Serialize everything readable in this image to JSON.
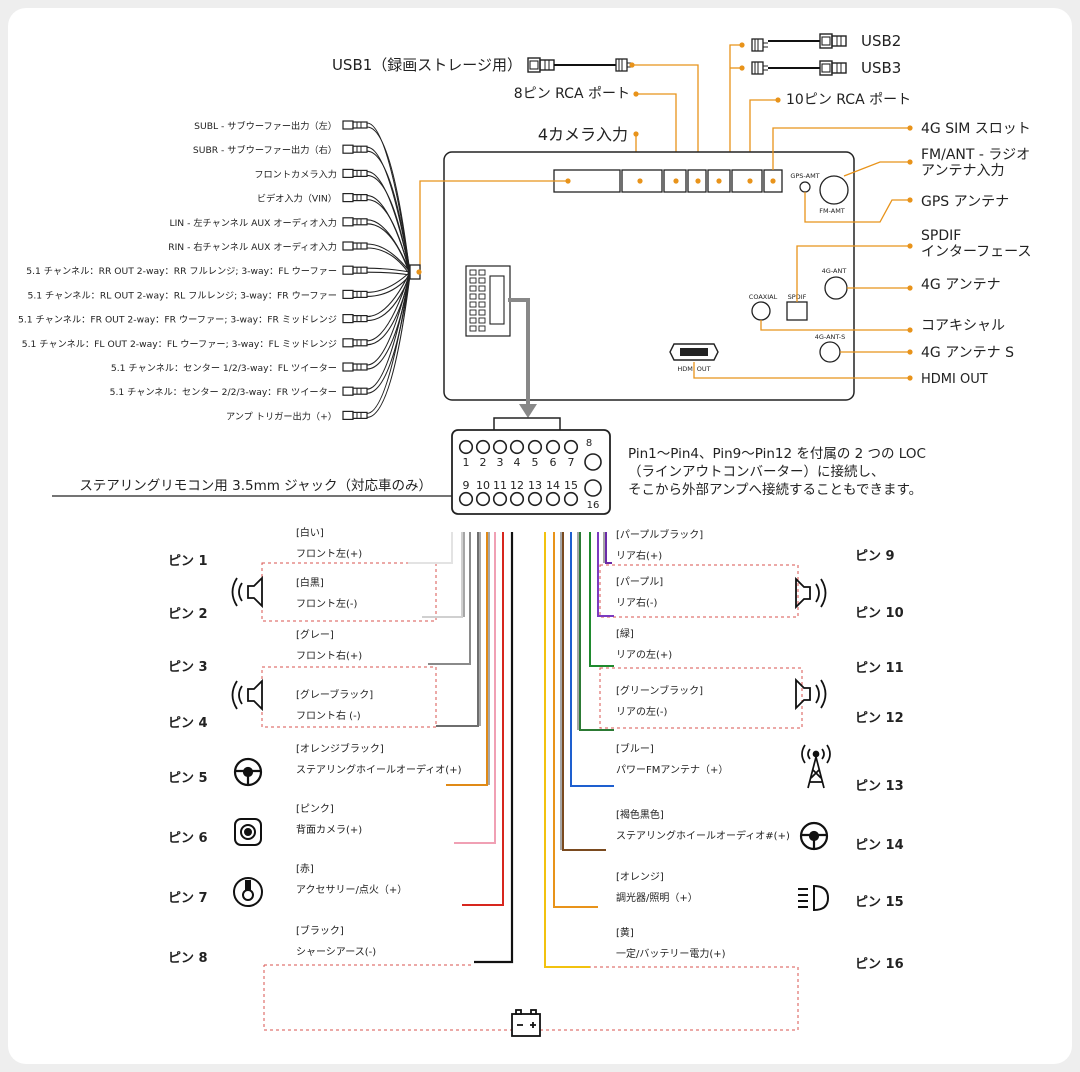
{
  "top_ports": {
    "usb1": "USB1（録画ストレージ用）",
    "usb2": "USB2",
    "usb3": "USB3",
    "rca8": "8ピン RCA ポート",
    "rca10": "10ピン RCA ポート",
    "camera4": "4カメラ入力"
  },
  "right_ports": {
    "sim": "4G SIM スロット",
    "fm_line1": "FM/ANT - ラジオ",
    "fm_line2": "アンテナ入力",
    "gps": "GPS アンテナ",
    "spdif_line1": "SPDIF",
    "spdif_line2": "インターフェース",
    "ant4g": "4G アンテナ",
    "coax": "コアキシャル",
    "ant4gs": "4G アンテナ S",
    "hdmi": "HDMI OUT"
  },
  "unit_labels": {
    "gps_amt": "GPS-AMT",
    "fm_amt": "FM-AMT",
    "ant_4g": "4G-ANT",
    "coaxial": "COAXIAL",
    "spdif": "SPDIF",
    "ant_4g_s": "4G-ANT-S",
    "hdmi_out": "HDMI OUT"
  },
  "rca_outputs": [
    "SUBL - サブウーファー出力（左）",
    "SUBR - サブウーファー出力（右）",
    "フロントカメラ入力",
    "ビデオ入力（VIN）",
    "LIN - 左チャンネル AUX オーディオ入力",
    "RIN - 右チャンネル AUX オーディオ入力",
    "5.1 チャンネル：RR OUT 2-way：RR フルレンジ; 3-way：FL ウーファー",
    "5.1 チャンネル：RL OUT 2-way：RL フルレンジ; 3-way：FR ウーファー",
    "5.1 チャンネル：FR OUT 2-way：FR ウーファー; 3-way：FR ミッドレンジ",
    "5.1 チャンネル：FL OUT 2-way：FL ウーファー; 3-way：FL ミッドレンジ",
    "5.1 チャンネル：センター 1/2/3-way：FL ツイーター",
    "5.1 チャンネル：センター 2/2/3-way：FR ツイーター",
    "アンプ トリガー出力（+）"
  ],
  "connector": {
    "top_numbers": [
      "1",
      "2",
      "3",
      "4",
      "5",
      "6",
      "7",
      "8"
    ],
    "bottom_numbers": [
      "9",
      "10",
      "11",
      "12",
      "13",
      "14",
      "15",
      "16"
    ],
    "steering_jack": "ステアリングリモコン用 3.5mm ジャック（対応車のみ）",
    "note_line1": "Pin1～Pin4、Pin9～Pin12 を付属の 2 つの LOC",
    "note_line2": "（ラインアウトコンバーター）に接続し、",
    "note_line3": "そこから外部アンプへ接続することもできます。"
  },
  "pins_left": [
    {
      "pin": "ピン 1",
      "color_label": "[白い]",
      "function": "フロント左(+)",
      "wire_color": "#e3e3e3"
    },
    {
      "pin": "ピン 2",
      "color_label": "[白黒]",
      "function": "フロント左(-)",
      "wire_color": "#d0d0d0"
    },
    {
      "pin": "ピン 3",
      "color_label": "[グレー]",
      "function": "フロント右(+)",
      "wire_color": "#8a8a8a"
    },
    {
      "pin": "ピン 4",
      "color_label": "[グレーブラック]",
      "function": "フロント右 (-)",
      "wire_color": "#6e6e6e"
    },
    {
      "pin": "ピン 5",
      "color_label": "[オレンジブラック]",
      "function": "ステアリングホイールオーディオ(+)",
      "wire_color": "#e08a17"
    },
    {
      "pin": "ピン 6",
      "color_label": "[ピンク]",
      "function": "背面カメラ(+)",
      "wire_color": "#f0a0b4"
    },
    {
      "pin": "ピン 7",
      "color_label": "[赤]",
      "function": "アクセサリー/点火（+）",
      "wire_color": "#d7261e"
    },
    {
      "pin": "ピン 8",
      "color_label": "[ブラック]",
      "function": "シャーシアース(-)",
      "wire_color": "#111111"
    }
  ],
  "pins_right": [
    {
      "pin": "ピン 9",
      "color_label": "[パープルブラック]",
      "function": "リア右(+)",
      "wire_color": "#6a2aa8"
    },
    {
      "pin": "ピン 10",
      "color_label": "[パープル]",
      "function": "リア右(-)",
      "wire_color": "#7b3ac0"
    },
    {
      "pin": "ピン 11",
      "color_label": "[緑]",
      "function": "リアの左(+)",
      "wire_color": "#1f8a2e"
    },
    {
      "pin": "ピン 12",
      "color_label": "[グリーンブラック]",
      "function": "リアの左(-)",
      "wire_color": "#2c7a34"
    },
    {
      "pin": "ピン 13",
      "color_label": "[ブルー]",
      "function": "パワーFMアンテナ（+）",
      "wire_color": "#1e5fcf"
    },
    {
      "pin": "ピン 14",
      "color_label": "[褐色黒色]",
      "function": "ステアリングホイールオーディオ#(+)",
      "wire_color": "#7a4a1f"
    },
    {
      "pin": "ピン 15",
      "color_label": "[オレンジ]",
      "function": "調光器/照明（+）",
      "wire_color": "#e8931a"
    },
    {
      "pin": "ピン 16",
      "color_label": "[黄]",
      "function": "一定/バッテリー電力(+)",
      "wire_color": "#f2c20f"
    }
  ],
  "colors": {
    "accent_orange": "#e8931a",
    "dashed_red": "#d9534f",
    "line_dark": "#222222"
  },
  "icons": [
    "speaker-icon",
    "steering-wheel-icon",
    "camera-icon",
    "ignition-key-icon",
    "antenna-icon",
    "headlight-icon",
    "battery-icon"
  ]
}
